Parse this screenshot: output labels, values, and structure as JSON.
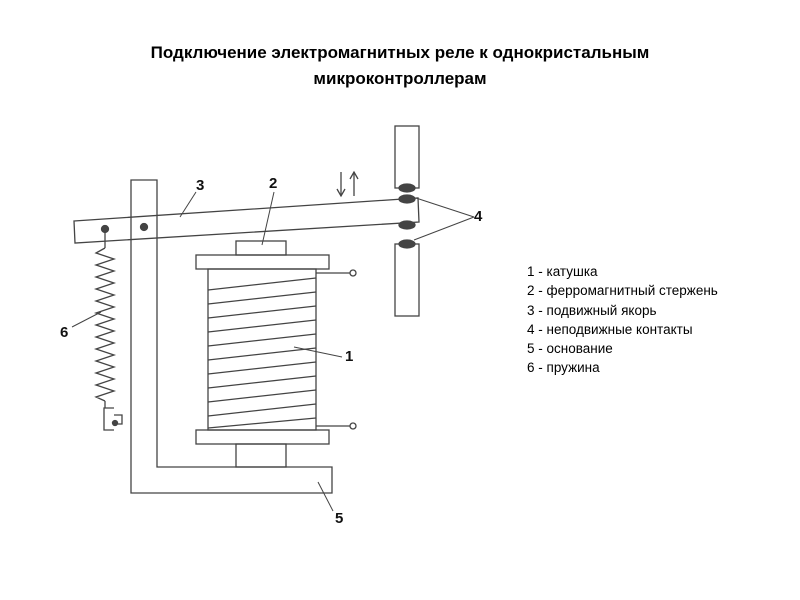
{
  "title": {
    "line1": "Подключение электромагнитных реле к однокристальным",
    "line2": "микроконтроллерам"
  },
  "labels": {
    "coil": "1",
    "core": "2",
    "armature": "3",
    "contacts": "4",
    "base": "5",
    "spring": "6"
  },
  "legend": [
    "1 - катушка",
    "2 - ферромагнитный стержень",
    "3 - подвижный якорь",
    "4 - неподвижные контакты",
    "5 - основание",
    "6 - пружина"
  ],
  "colors": {
    "stroke": "#444444",
    "text": "#111111"
  }
}
